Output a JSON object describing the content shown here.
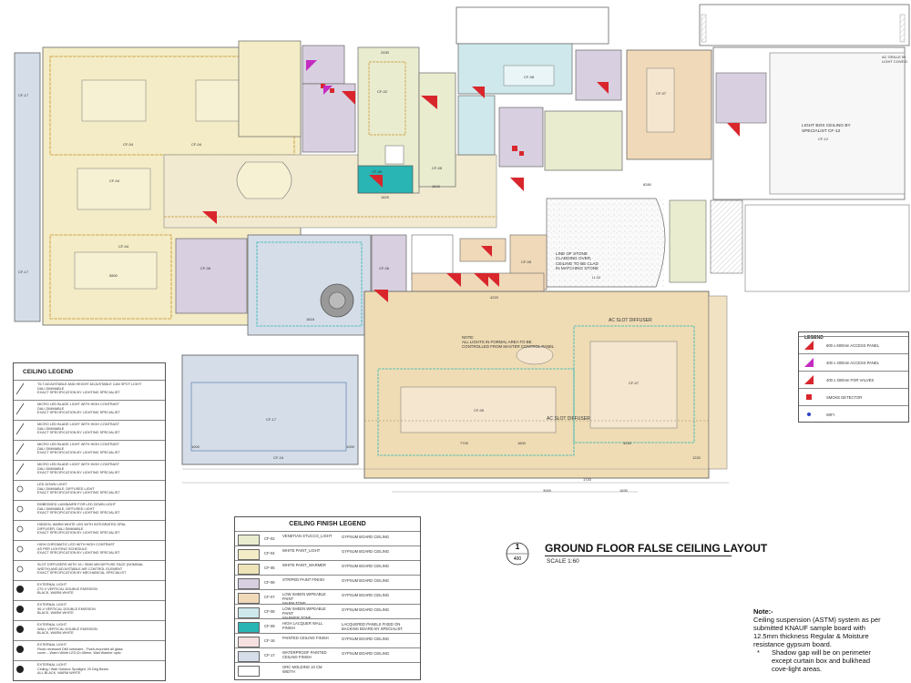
{
  "drawing": {
    "title": "GROUND FLOOR FALSE CEILING LAYOUT",
    "scale": "SCALE 1:60",
    "number": "1",
    "sheet": "400"
  },
  "annotations": {
    "ac_grille": "AC GRILLE IN\nLIGHT COVE D",
    "light_box": "LIGHT BOX CEILING BY\nSPECIALIST CF-12",
    "stone": "LINE OF STONE\nCLADDING OVER,\nCEILING TO BE CLAD\nIN MATCHING STONE",
    "li02": "LI-02",
    "formal_note": "NOTE:\nALL LIGHTS IN FORMAL AREA TO BE\nCONTROLLED FROM MASTER CONTROL PANEL",
    "ac_slot_1": "AC SLOT DIFFUSER",
    "ac_slot_2": "AC SLOT DIFFUSER"
  },
  "room_tags": [
    "CF-17",
    "CF-17",
    "CF-04",
    "CF-04",
    "CF-04",
    "CF-04",
    "CF-05",
    "CF-05",
    "CF-06",
    "CF-06",
    "CF-08",
    "CF-09",
    "CF-17",
    "CF-16",
    "CF-02",
    "CF-12",
    "CF-07",
    "CF-07",
    "CF-05"
  ],
  "dimensions": [
    "1000",
    "1000",
    "5800",
    "1818",
    "1640",
    "8280",
    "2430",
    "1825",
    "7725",
    "1600",
    "3230",
    "4220",
    "1220",
    "1720",
    "3000",
    "1830"
  ],
  "ceiling_legend": {
    "title": "CEILING LEGEND",
    "items": [
      "TILT ADJUSTABLE AND HEIGHT ADJUSTABLE CAN SPOT LIGHT\nDALI DIMMABLE\nEXACT SPECIFICATION BY LIGHTING SPECIALIST",
      "MICRO LED BLADE LIGHT WITH HIGH CONTRAST\nDALI DIMMABLE\nEXACT SPECIFICATION BY LIGHTING SPECIALIST",
      "MICRO LED BLADE LIGHT WITH HIGH CONTRAST\nDALI DIMMABLE\nEXACT SPECIFICATION BY LIGHTING SPECIALIST",
      "MICRO LED BLADE LIGHT WITH HIGH CONTRAST\nDALI DIMMABLE\nEXACT SPECIFICATION BY LIGHTING SPECIALIST",
      "MICRO LED BLADE LIGHT WITH HIGH CONTRAST\nDALI DIMMABLE\nEXACT SPECIFICATION BY LIGHTING SPECIALIST",
      "LED DOWN LIGHT\nDALI DIMMABLE, DIFFUSED LIGHT\nEXACT SPECIFICATION BY LIGHTING SPECIALIST",
      "EMBEDDED LUMINAIRE FOR LED DOWN LIGHT\nDALI DIMMABLE, DIFFUSED LIGHT\nEXACT SPECIFICATION BY LIGHTING SPECIALIST",
      "HIDDEN, WARM WHITE LED WITH INTEGRATED OPAL\nDIFFUSER, DALI DIMMABLE\nEXACT SPECIFICATION BY LIGHTING SPECIALIST",
      "HIGH CHROMATIC LED WITH HIGH CONTRAST\nAS PER LIGHTING SCHEDULE\nEXACT SPECIFICATION BY LIGHTING SPECIALIST",
      "SLOT DIFFUSERS WITH 15 / 35/50 MM DIFFUSE FACE (NOMINAL\nWIDTH) AND ADJUSTABLE AIR CONTROL ELEMENT\nEXACT SPECIFICATION BY MECHANICAL SPECIALIST",
      "EXTERNAL LIGHT\n270-V VERTICAL DOUBLE EMISSION\nBLACK, WARM WHITE",
      "EXTERNAL LIGHT\n90-V VERTICAL DOUBLE EMISSION\nBLACK, WARM WHITE",
      "EXTERNAL LIGHT\nWALL VERTICAL DOUBLE EMISSION\nBLACK, WARM WHITE",
      "EXTERNAL LIGHT\nFlush-recessed DMI luminaire , Flush-mounted all glass\ncover – Warm White LED,D=45mm, Wall Washer optic",
      "EXTERNAL LIGHT\nCeiling / Wall Outdoor Spotlight, 20 Deg Beam\nALL BLACK, WARM WHITE"
    ]
  },
  "finish_legend": {
    "title": "CEILING FINISH LEGEND",
    "items": [
      {
        "code": "CF-02",
        "name": "VENETIAN STUCCO_LIGHT",
        "type": "GYPSUM BOARD CEILING",
        "color": "#e9eccf"
      },
      {
        "code": "CF-04",
        "name": "WHITE PAINT_LIGHT",
        "type": "GYPSUM BOARD CEILING",
        "color": "#f3ecc6"
      },
      {
        "code": "CF-05",
        "name": "WHITE PAINT_WARMER",
        "type": "GYPSUM BOARD CEILING",
        "color": "#efe3b9"
      },
      {
        "code": "CF-06",
        "name": "STRIPED PAINT FINISH",
        "type": "GYPSUM BOARD CEILING",
        "color": "#d8cfe0"
      },
      {
        "code": "CF-07",
        "name": "LOW SHEEN WIPEABLE PAINT\nWARM TONE",
        "type": "GYPSUM BOARD CEILING",
        "color": "#f0d9b8"
      },
      {
        "code": "CF-08",
        "name": "LOW SHEEN WIPEABLE PAINT\nWARMER TONE",
        "type": "GYPSUM BOARD CEILING",
        "color": "#cfe8ec"
      },
      {
        "code": "CF-09",
        "name": "HIGH LACQUER WALL FINISH",
        "type": "LACQUERED PANELS FIXED ON\nBACKING BOARD BY SPECIALIST",
        "color": "#29b5b3"
      },
      {
        "code": "CF-16",
        "name": "PAINTED CEILING FINISH",
        "type": "GYPSUM BOARD CEILING",
        "color": "#f6e0e0"
      },
      {
        "code": "CF-17",
        "name": "WATERPROOF PAINTED\nCEILING FINISH",
        "type": "GYPSUM BOARD CEILING",
        "color": "#d5dde8"
      },
      {
        "code": "",
        "name": "GRC MOLDING 10 CM WIDTH",
        "type": "",
        "color": "#ffffff"
      }
    ]
  },
  "right_legend": {
    "title": "LEGEND",
    "items": [
      {
        "label": "600 x 600mm ACCESS PANEL",
        "color": "#d8262c"
      },
      {
        "label": "400 x 400mm ACCESS PANEL",
        "color": "#c42bc2"
      },
      {
        "label": "400 x 400mm FOR VALVES",
        "color": "#d8262c"
      },
      {
        "label": "SMOKE DETECTOR",
        "color": "#d8262c"
      },
      {
        "label": "WIFI",
        "color": "#2d3fc9"
      }
    ]
  },
  "notes": {
    "heading": "Note:-",
    "body": "Ceiling suspension (ASTM) system as per\nsubmitted KNAUF sample board with\n12.5mm thickness Regular & Moisture\nresistance gypsum board.",
    "bullet": "*",
    "bullet_text": "Shadow gap will be on perimeter\nexcept curtain box and bulkhead\ncove-light areas."
  },
  "colors": {
    "cf04": "#f3ecc6",
    "cf05": "#efe3b9",
    "cf06": "#d8cfe0",
    "cf07": "#f0d9b8",
    "cf08": "#cfe8ec",
    "cf09": "#29b5b3",
    "cf17": "#d5dde8",
    "cf02": "#e9eccf",
    "line": "#555555",
    "accent": "#d8262c"
  }
}
